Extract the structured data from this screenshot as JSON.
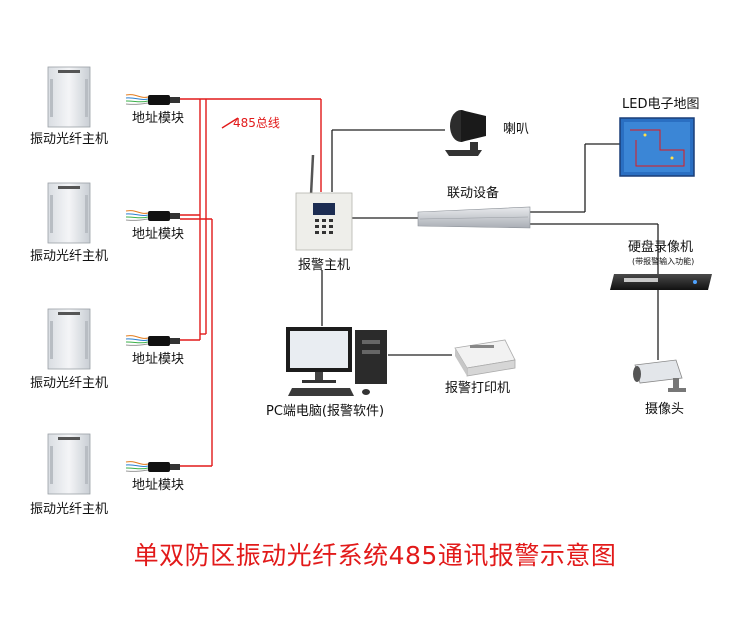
{
  "host_label": "振动光纤主机",
  "address_module_label": "地址模块",
  "bus_label": "485总线",
  "alarm_host_label": "报警主机",
  "horn_label": "喇叭",
  "linkage_label": "联动设备",
  "led_map_label": "LED电子地图",
  "dvr_label": "硬盘录像机",
  "dvr_sublabel": "(带报警输入功能)",
  "camera_label": "摄像头",
  "pc_label": "PC端电脑(报警软件)",
  "printer_label": "报警打印机",
  "title": "单双防区振动光纤系统485通讯报警示意图",
  "colors": {
    "bus_line": "#e21a1a",
    "link_line": "#222222",
    "title": "#e21a1a"
  }
}
